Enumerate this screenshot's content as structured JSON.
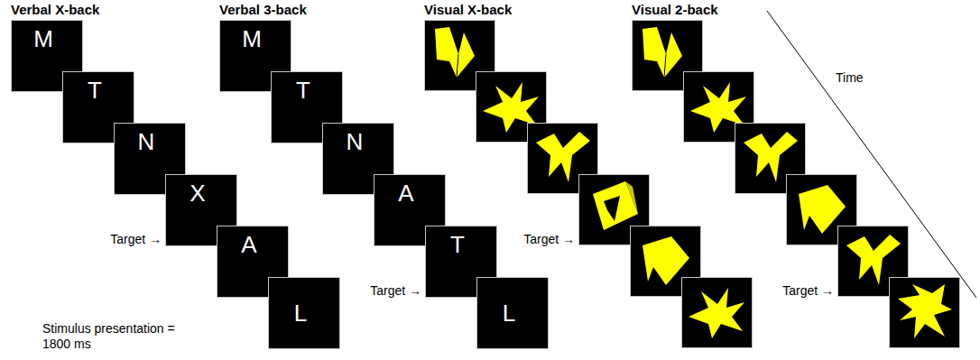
{
  "diagram": {
    "nodes": [
      {
        "text": [
          "M"
        ]
      },
      {
        "text": [
          "T"
        ]
      },
      {
        "text": [
          "N"
        ]
      },
      {
        "text": [
          "X"
        ]
      },
      {
        "text": [
          "A"
        ]
      },
      {
        "text": [
          "L"
        ]
      },
      {
        "text": [
          "M"
        ]
      },
      {
        "text": [
          "T"
        ]
      },
      {
        "text": [
          "N"
        ]
      },
      {
        "text": [
          "A"
        ]
      },
      {
        "text": [
          "T"
        ]
      },
      {
        "text": [
          "L"
        ]
      }
    ],
    "labels": [
      "Verbal X-back",
      "Verbal 3-back",
      "Visual X-back",
      "Visual 2-back",
      "Target →",
      "Target →",
      "Target →",
      "Target →",
      "Stimulus presentation = 1800 ms",
      "Time"
    ]
  }
}
